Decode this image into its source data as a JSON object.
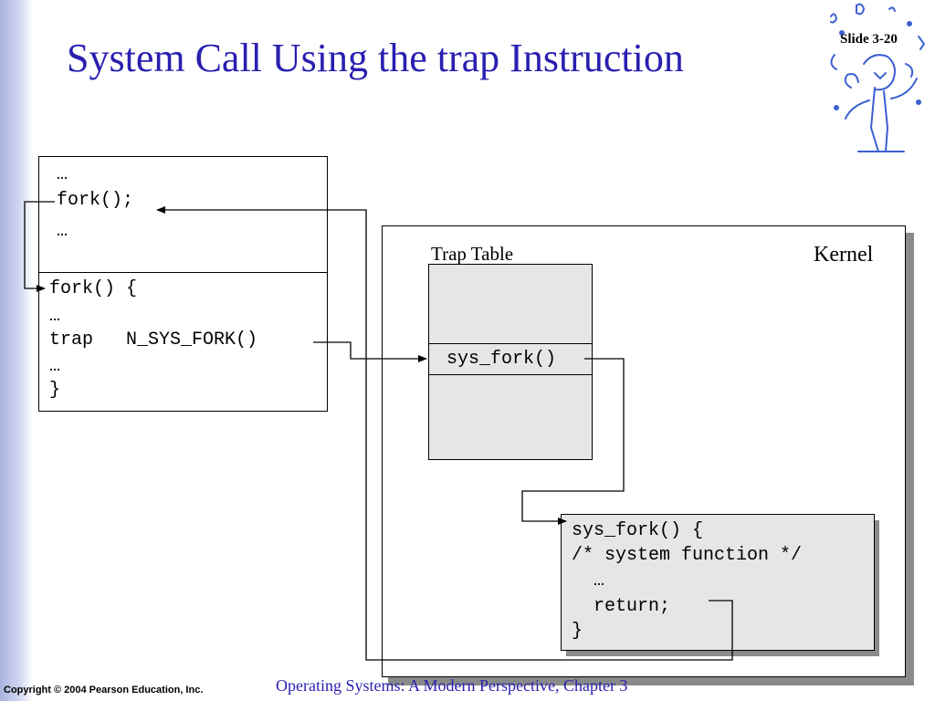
{
  "slide": {
    "title": "System Call Using the trap Instruction",
    "number": "Slide 3-20"
  },
  "user_program": {
    "lines": [
      "…",
      "fork();",
      "…"
    ]
  },
  "library": {
    "lines": [
      "fork() {",
      "…",
      "trap   N_SYS_FORK()",
      "…",
      "}"
    ]
  },
  "kernel": {
    "label": "Kernel",
    "trap_table_label": "Trap Table",
    "trap_table_entry": "sys_fork()"
  },
  "sys_fork_code": {
    "lines": [
      "sys_fork() {",
      "/* system function */",
      "  …",
      "  return;",
      "}"
    ]
  },
  "footer": {
    "copyright": "Copyright © 2004 Pearson Education, Inc.",
    "book": "Operating Systems: A Modern Perspective, Chapter 3"
  }
}
